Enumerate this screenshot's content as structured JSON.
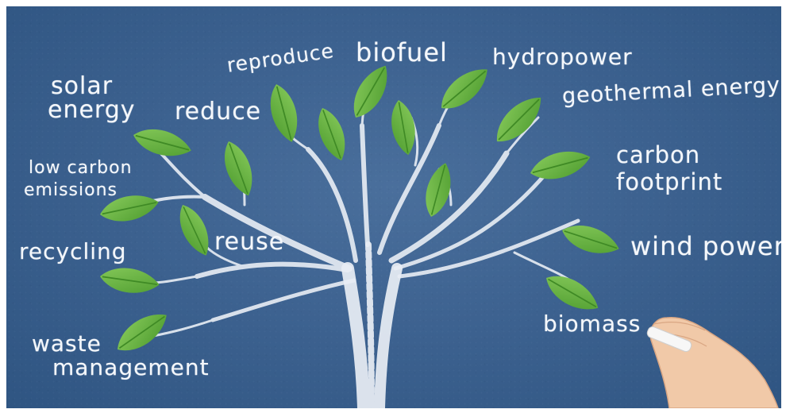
{
  "words": {
    "reproduce": "reproduce",
    "biofuel": "biofuel",
    "hydropower": "hydropower",
    "solar_line1": "solar",
    "solar_line2": "energy",
    "reduce": "reduce",
    "geothermal": "geothermal energy",
    "low_carbon_line1": "low carbon",
    "low_carbon_line2": "emissions",
    "carbon_line1": "carbon",
    "carbon_line2": "footprint",
    "reuse": "reuse",
    "recycling": "recycling",
    "wind_power": "wind power",
    "biomass": "biomass",
    "waste_line1": "waste",
    "waste_line2": "management"
  },
  "colors": {
    "board": "#3d6290",
    "chalk": "#f4f7fb",
    "leaf": "#6fba45",
    "leaf_dark": "#4d9a2e",
    "skin": "#f1c9a8"
  }
}
